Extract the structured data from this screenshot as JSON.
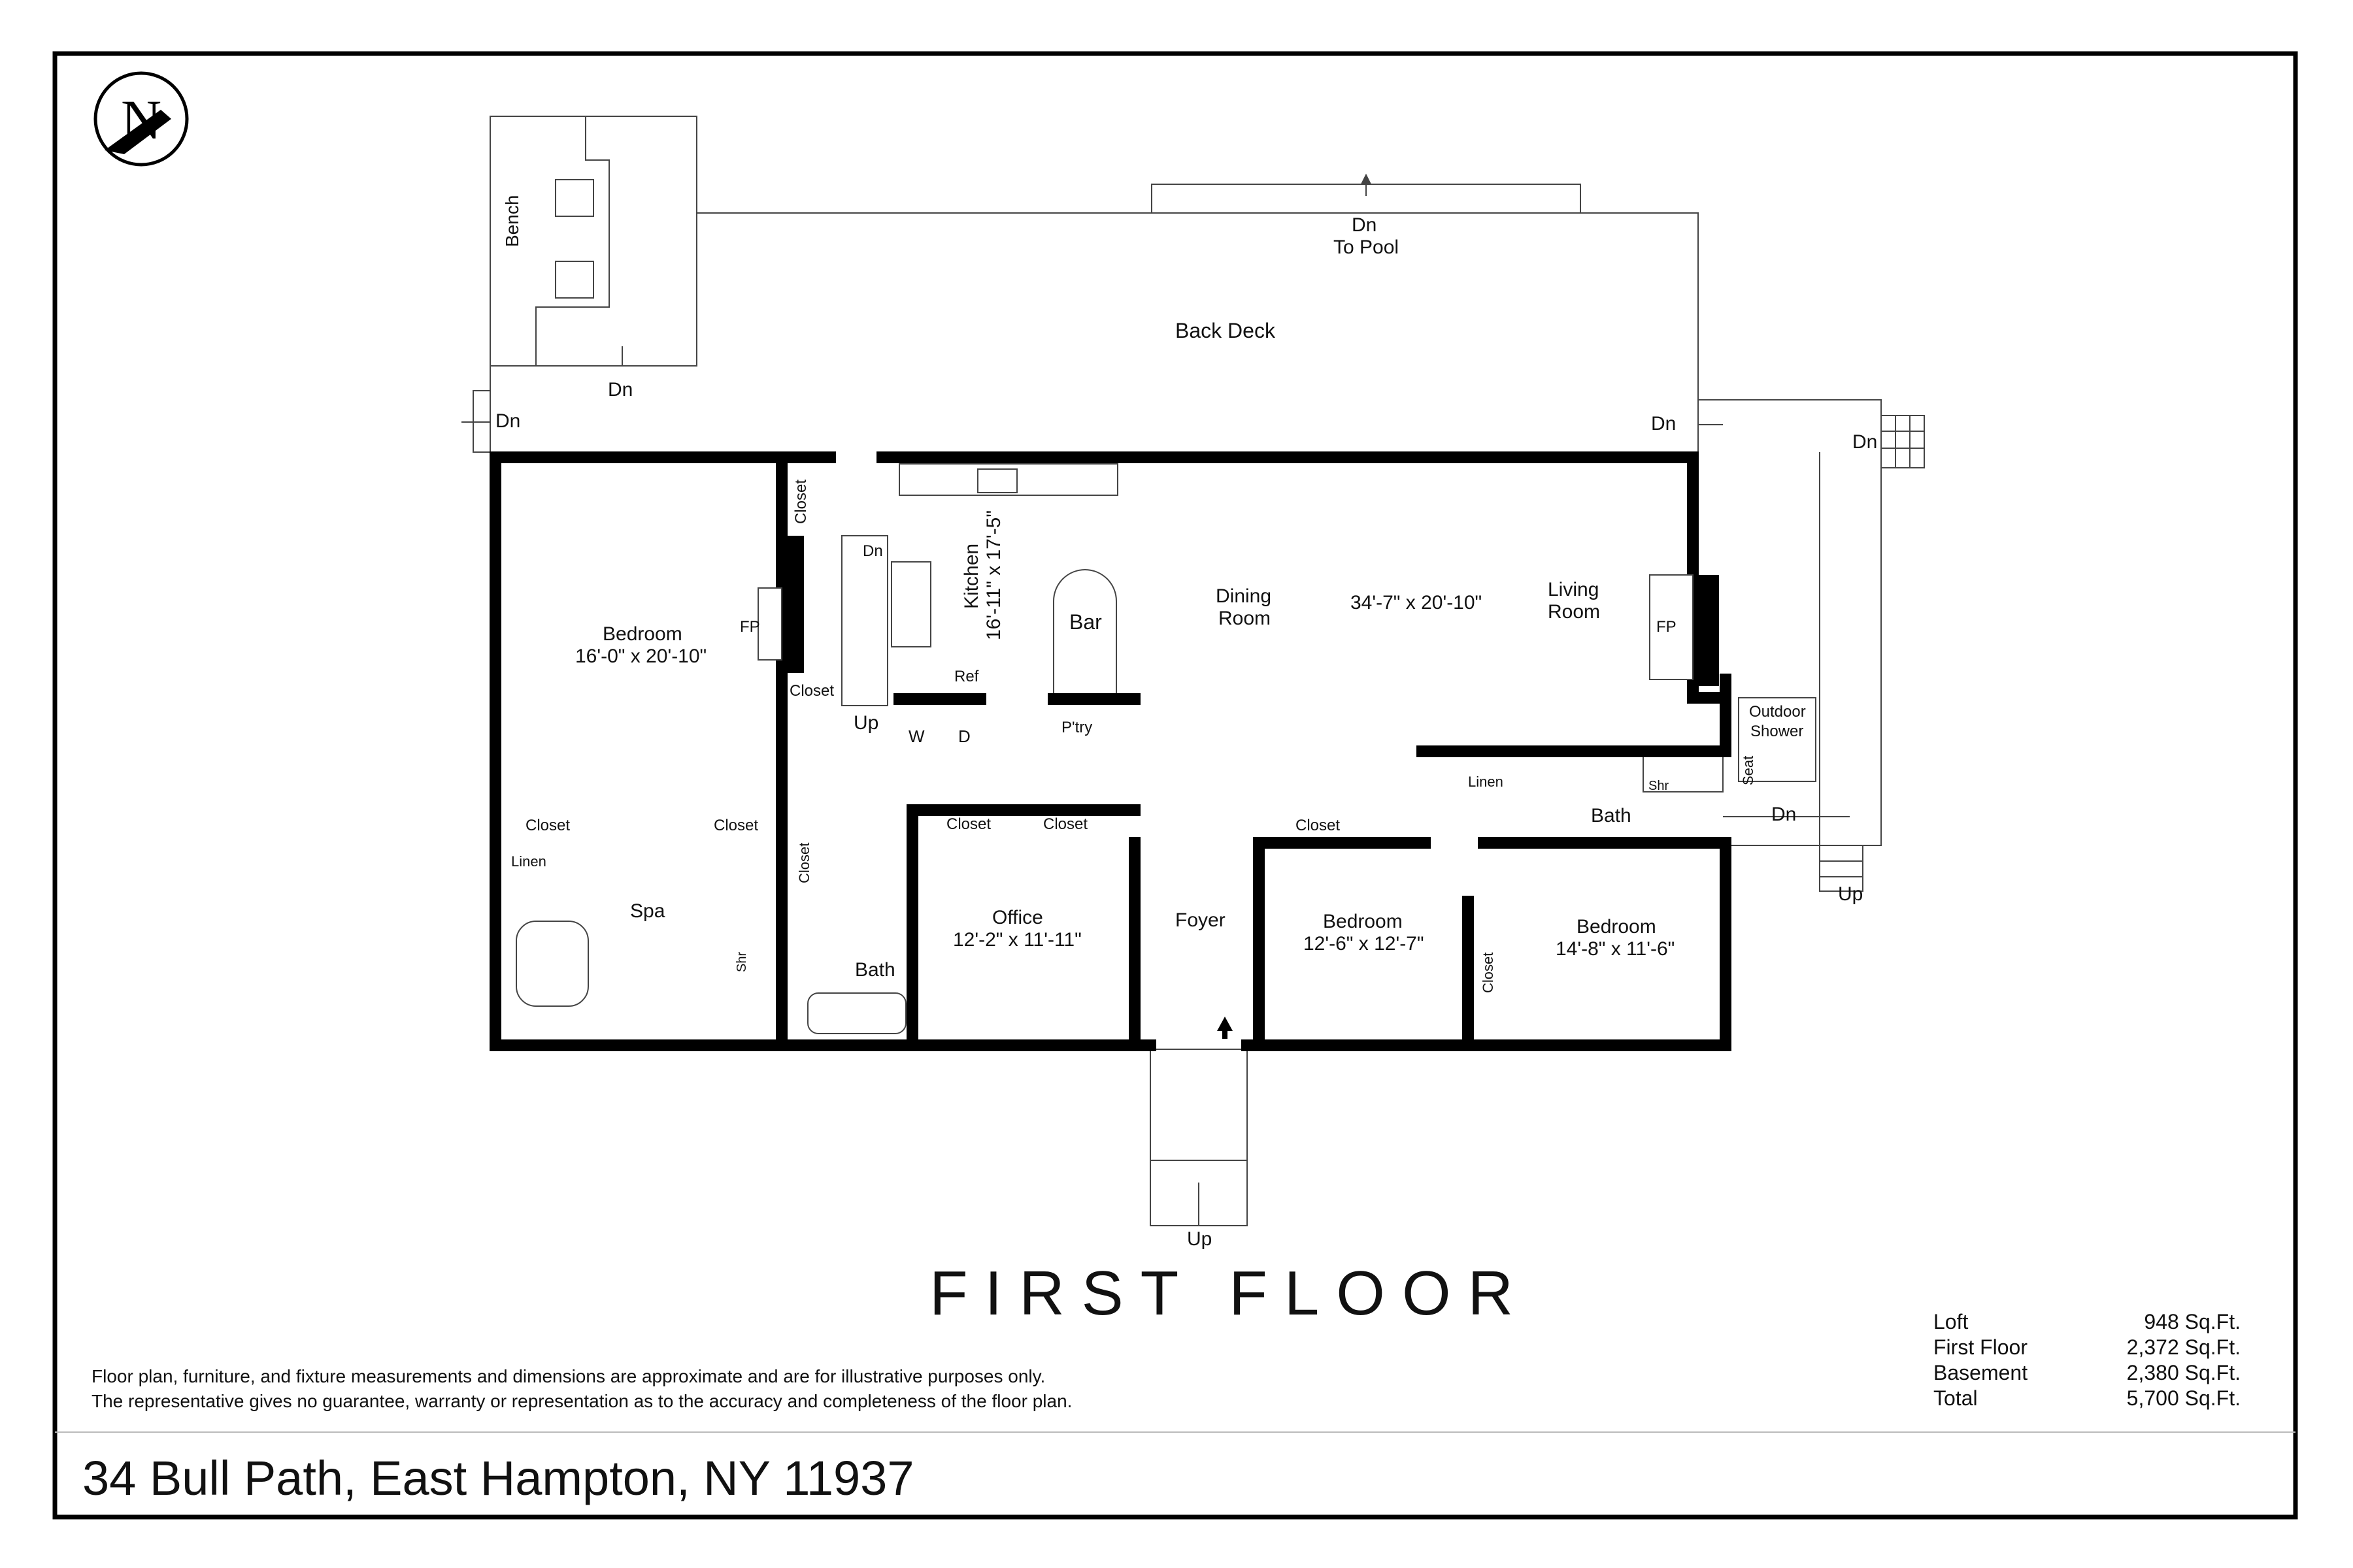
{
  "labels": {
    "bench": "Bench",
    "dn_top_pool": "Dn",
    "to_pool": "To Pool",
    "back_deck": "Back Deck",
    "dn_bench": "Dn",
    "dn_left": "Dn",
    "dn_right_deck": "Dn",
    "dn_far_right": "Dn",
    "closet_top": "Closet",
    "dn_stair": "Dn",
    "kitchen": "Kitchen",
    "kitchen_dim": "16'-11\" x 17'-5\"",
    "bar": "Bar",
    "dining": "Dining",
    "dining_room": "Room",
    "living_dim": "34'-7\" x 20'-10\"",
    "living": "Living",
    "living_room": "Room",
    "fp_left": "FP",
    "fp_right": "FP",
    "bedroom_main": "Bedroom",
    "bedroom_main_dim": "16'-0\" x 20'-10\"",
    "ref": "Ref",
    "closet_stair": "Closet",
    "up_stair": "Up",
    "washer": "W",
    "dryer": "D",
    "pantry": "P'try",
    "outdoor": "Outdoor",
    "shower": "Shower",
    "seat": "Seat",
    "linen_right": "Linen",
    "shr_right": "Shr",
    "bath_right": "Bath",
    "dn_shower": "Dn",
    "up_right": "Up",
    "closet_spa1": "Closet",
    "closet_spa2": "Closet",
    "linen_spa": "Linen",
    "spa": "Spa",
    "closet_hall": "Closet",
    "shr_spa": "Shr",
    "bath_left": "Bath",
    "closet_office1": "Closet",
    "closet_office2": "Closet",
    "office": "Office",
    "office_dim": "12'-2\" x 11'-11\"",
    "foyer": "Foyer",
    "closet_bed2": "Closet",
    "bedroom2": "Bedroom",
    "bedroom2_dim": "12'-6\" x 12'-7\"",
    "bedroom3": "Bedroom",
    "bedroom3_dim": "14'-8\" x 11'-6\"",
    "closet_bed3": "Closet",
    "up_entry": "Up"
  },
  "title": "FIRST FLOOR",
  "disclaimer": [
    "Floor plan, furniture, and fixture measurements and dimensions are approximate and are for illustrative purposes only.",
    "The representative gives no guarantee, warranty or representation as to the accuracy and completeness of the floor plan."
  ],
  "areas": [
    {
      "name": "Loft",
      "value": "948 Sq.Ft."
    },
    {
      "name": "First Floor",
      "value": "2,372 Sq.Ft."
    },
    {
      "name": "Basement",
      "value": "2,380 Sq.Ft."
    },
    {
      "name": "Total",
      "value": "5,700 Sq.Ft."
    }
  ],
  "address": "34 Bull Path, East Hampton, NY 11937",
  "compass_icon": "north-compass-icon"
}
